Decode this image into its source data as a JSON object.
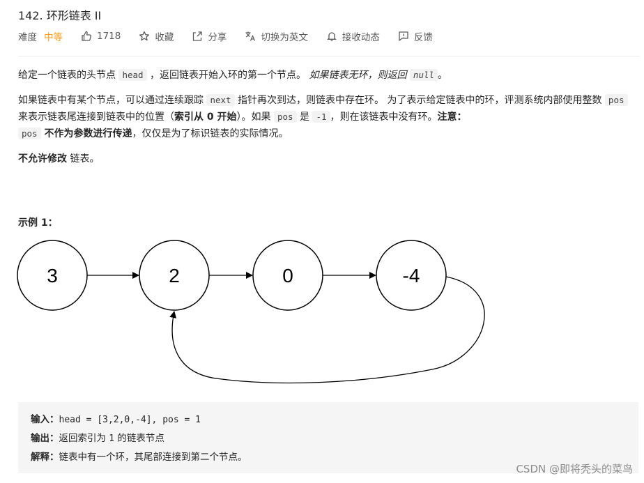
{
  "problem": {
    "title": "142. 环形链表 II",
    "difficulty_label": "难度",
    "difficulty": "中等",
    "likes": "1718",
    "favorite": "收藏",
    "share": "分享",
    "translate": "切换为英文",
    "subscribe": "接收动态",
    "feedback": "反馈"
  },
  "description": {
    "p1_a": "给定一个链表的头节点 ",
    "p1_code": "head",
    "p1_b": " ，返回链表开始入环的第一个节点。 ",
    "p1_italic_a": "如果链表无环，则返回 ",
    "p1_italic_code": "null",
    "p1_c": "。",
    "p2_a": "如果链表中有某个节点，可以通过连续跟踪 ",
    "p2_code1": "next",
    "p2_b": " 指针再次到达，则链表中存在环。 为了表示给定链表中的环，评测系统内部使用整数 ",
    "p2_code2": "pos",
    "p2_c": " 来表示链表尾连接到链表中的位置（",
    "p2_bold1": "索引从 0 开始",
    "p2_d": "）。如果 ",
    "p2_code3": "pos",
    "p2_e": " 是 ",
    "p2_code4": "-1",
    "p2_f": "，则在该链表中没有环。",
    "p2_bold2": "注意：",
    "p2_code5": "pos",
    "p2_bold3": " 不作为参数进行传递",
    "p2_g": "，仅仅是为了标识链表的实际情况。",
    "p3_bold": "不允许修改",
    "p3_text": " 链表。"
  },
  "example": {
    "title": "示例 1：",
    "nodes": [
      "3",
      "2",
      "0",
      "-4"
    ],
    "input_label": "输入：",
    "input_value": "head = [3,2,0,-4], pos = 1",
    "output_label": "输出：",
    "output_a": "返回索引为 ",
    "output_code": "1",
    "output_b": " 的链表节点",
    "explain_label": "解释：",
    "explain_text": "链表中有一个环，其尾部连接到第二个节点。"
  },
  "watermark": "CSDN @即将秃头的菜鸟"
}
